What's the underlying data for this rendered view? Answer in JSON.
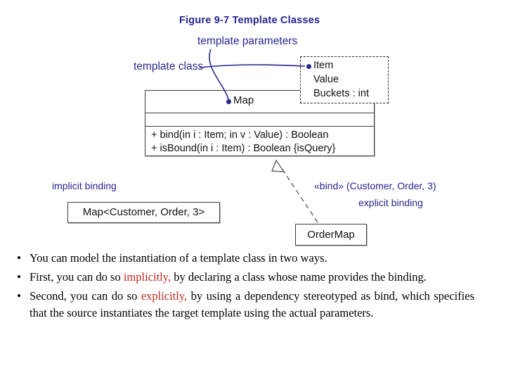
{
  "diagram": {
    "figure_title": "Figure 9-7 Template Classes",
    "annotations": {
      "template_parameters": "template parameters",
      "template_class": "template class",
      "implicit_binding": "implicit binding",
      "bind_stereotype": "«bind» (Customer, Order, 3)",
      "explicit_binding": "explicit binding"
    },
    "class_box": {
      "name": "Map",
      "operations": [
        "+ bind(in i : Item; in v : Value) : Boolean",
        "+ isBound(in i : Item) : Boolean {isQuery}"
      ]
    },
    "parameter_box": {
      "lines": [
        "Item",
        "Value",
        "Buckets : int"
      ]
    },
    "implicit_box": {
      "text": "Map<Customer, Order, 3>"
    },
    "ordermap_box": {
      "text": "OrderMap"
    },
    "colors": {
      "annotation": "#27268f",
      "emphasis": "#c0281c",
      "box_border": "#3b3b3b"
    }
  },
  "bullets": [
    {
      "marker": "•",
      "segments": [
        {
          "text": "You can model the instantiation of a template class in two ways.",
          "emphasis": false
        }
      ]
    },
    {
      "marker": "•",
      "segments": [
        {
          "text": "First, you can do so ",
          "emphasis": false
        },
        {
          "text": "implicitly,",
          "emphasis": true
        },
        {
          "text": " by declaring a class whose name provides the binding.",
          "emphasis": false
        }
      ]
    },
    {
      "marker": "•",
      "segments": [
        {
          "text": " Second, you can do so ",
          "emphasis": false
        },
        {
          "text": "explicitly,",
          "emphasis": true
        },
        {
          "text": " by using a dependency stereotyped as bind, which specifies that the source instantiates the target template using the actual parameters.",
          "emphasis": false
        }
      ]
    }
  ]
}
